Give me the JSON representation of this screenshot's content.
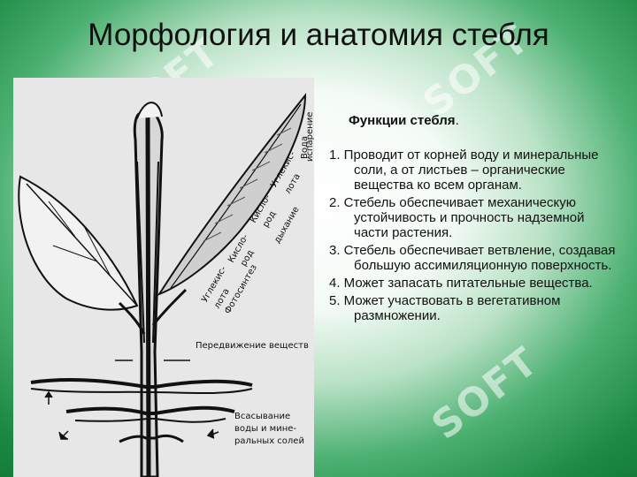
{
  "title": "Морфология и анатомия стебля",
  "functions": {
    "heading": "Функции стебля",
    "items": [
      "1. Проводит от корней воду и минеральные соли, а от листьев – органические вещества ко всем органам.",
      "2. Стебель обеспечивает механическую устойчивость и прочность надземной части растения.",
      "3. Стебель обеспечивает ветвление, создавая большую ассимиляционную поверхность.",
      "4. Может запасать питательные вещества.",
      "5. Может участвовать в вегетативном размножении."
    ]
  },
  "figure": {
    "labels": {
      "water": "Вода",
      "evaporation": "испарение",
      "co2_top_line1": "Углекис-",
      "co2_top_line2": "лота",
      "o2_top_line1": "Кисло-",
      "o2_top_line2": "род",
      "breathing": "дыхание",
      "co2_mid_line1": "Углекис-",
      "co2_mid_line2": "лота",
      "o2_mid_line1": "Кисло-",
      "o2_mid_line2": "род",
      "photosynthesis": "Фотосинтез",
      "transport": "Передвижение веществ",
      "absorption_line1": "Всасывание",
      "absorption_line2": "воды и мине-",
      "absorption_line3": "ральных солей"
    }
  },
  "watermark": "SOFT",
  "colors": {
    "background_green": "#1e8a45",
    "figure_bg": "#e7e7e7"
  }
}
